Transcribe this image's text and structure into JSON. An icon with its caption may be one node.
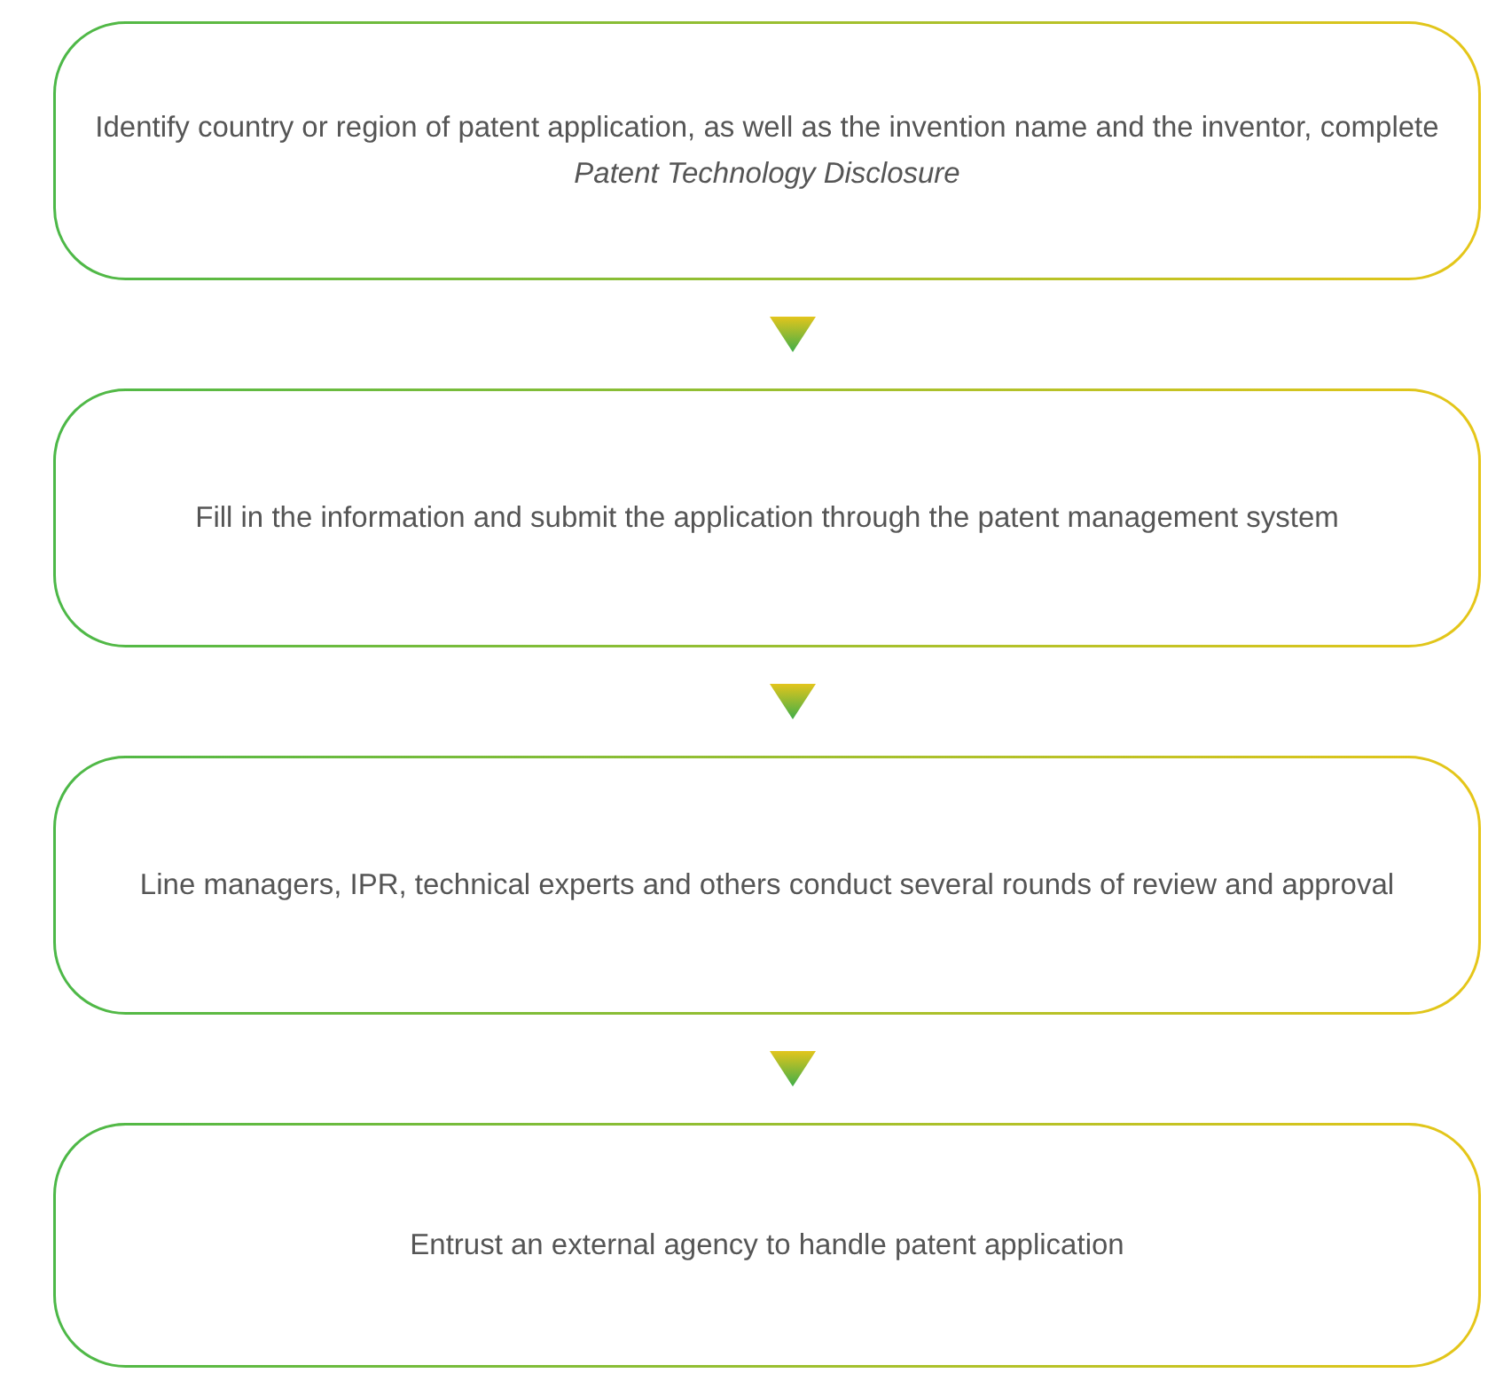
{
  "diagram": {
    "nodes": [
      {
        "text": [
          "Identify country or region of patent application, as well as  the invention name and the inventor, complete *Patent Technology Disclosure*"
        ]
      },
      {
        "text": [
          "Fill in the information and submit the application through the patent management system"
        ]
      },
      {
        "text": [
          "Line managers, IPR, technical experts and others conduct several rounds of review and approval"
        ]
      },
      {
        "text": [
          "Entrust an external agency to handle patent application"
        ]
      }
    ],
    "edges": [
      {
        "from": 0,
        "to": 1,
        "arrow": "to"
      },
      {
        "from": 1,
        "to": 2,
        "arrow": "to"
      },
      {
        "from": 2,
        "to": 3,
        "arrow": "to"
      }
    ]
  }
}
